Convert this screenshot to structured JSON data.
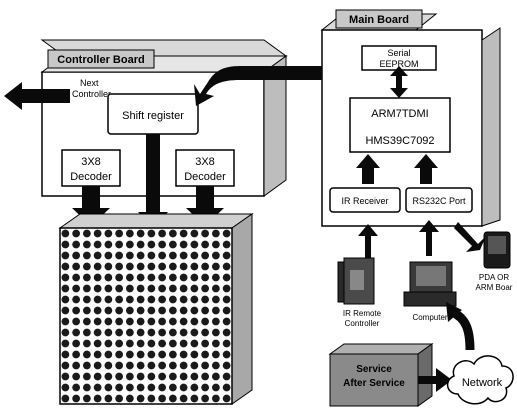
{
  "controller_board": {
    "title": "Controller Board",
    "next_controller_line1": "Next",
    "next_controller_line2": "Controller",
    "shift_register": "Shift register",
    "decoder_left_line1": "3X8",
    "decoder_left_line2": "Decoder",
    "decoder_right_line1": "3X8",
    "decoder_right_line2": "Decoder"
  },
  "main_board": {
    "title": "Main Board",
    "eeprom_line1": "Serial",
    "eeprom_line2": "EEPROM",
    "cpu_line1": "ARM7TDMI",
    "cpu_line2": "HMS39C7092",
    "ir_receiver": "IR Receiver",
    "rs232c_port": "RS232C Port"
  },
  "devices": {
    "ir_remote_line1": "IR Remote",
    "ir_remote_line2": "Controller",
    "computer": "Computer",
    "pda_line1": "PDA OR",
    "pda_line2": "ARM Boar",
    "network": "Network",
    "service_line1": "Service",
    "service_line2": "After Service"
  },
  "led_matrix": {
    "rows": 16,
    "cols": 16,
    "dot_color": "#1a1a1a",
    "bg_color": "#ffffff"
  },
  "colors": {
    "arrow": "#0a0a0a",
    "board_shadow": "#bdbdbd",
    "title_tab": "#c8c8c8",
    "service_box": "#8a8a8a"
  }
}
